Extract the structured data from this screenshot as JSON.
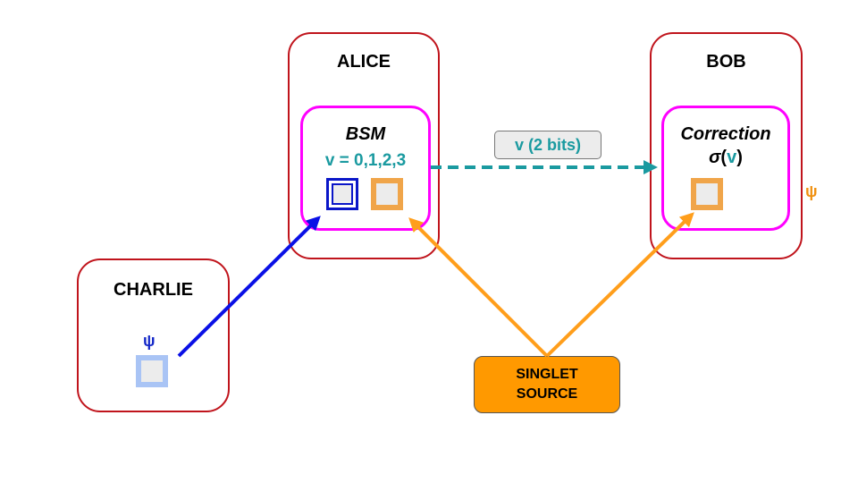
{
  "parties": {
    "alice": {
      "label": "ALICE"
    },
    "bob": {
      "label": "BOB"
    },
    "charlie": {
      "label": "CHARLIE"
    }
  },
  "alice_box": {
    "title": "BSM",
    "values": "v = 0,1,2,3"
  },
  "bob_box": {
    "title": "Correction",
    "sigma": "σ",
    "open_paren": "(",
    "var": "v",
    "close_paren": ")"
  },
  "message": {
    "label": "v (2 bits)"
  },
  "source": {
    "line1": "SINGLET",
    "line2": "SOURCE"
  },
  "symbols": {
    "psi_charlie": "ψ",
    "psi_bob": "ψ"
  },
  "colors": {
    "party_border": "#c0141c",
    "inner_border": "#ff00ff",
    "charlie_qubit": "#a9c4f5",
    "alice_qubit_charlie": "#0a16c8",
    "entangled_qubit": "#f0a54a",
    "psi_charlie": "#1428c8",
    "psi_bob": "#f09010",
    "classical_link": "#1a9aa0",
    "source_fill": "#ff9900",
    "teleport_arrow": "#0a10e6",
    "entangle_arrow": "#ff9e1b"
  }
}
